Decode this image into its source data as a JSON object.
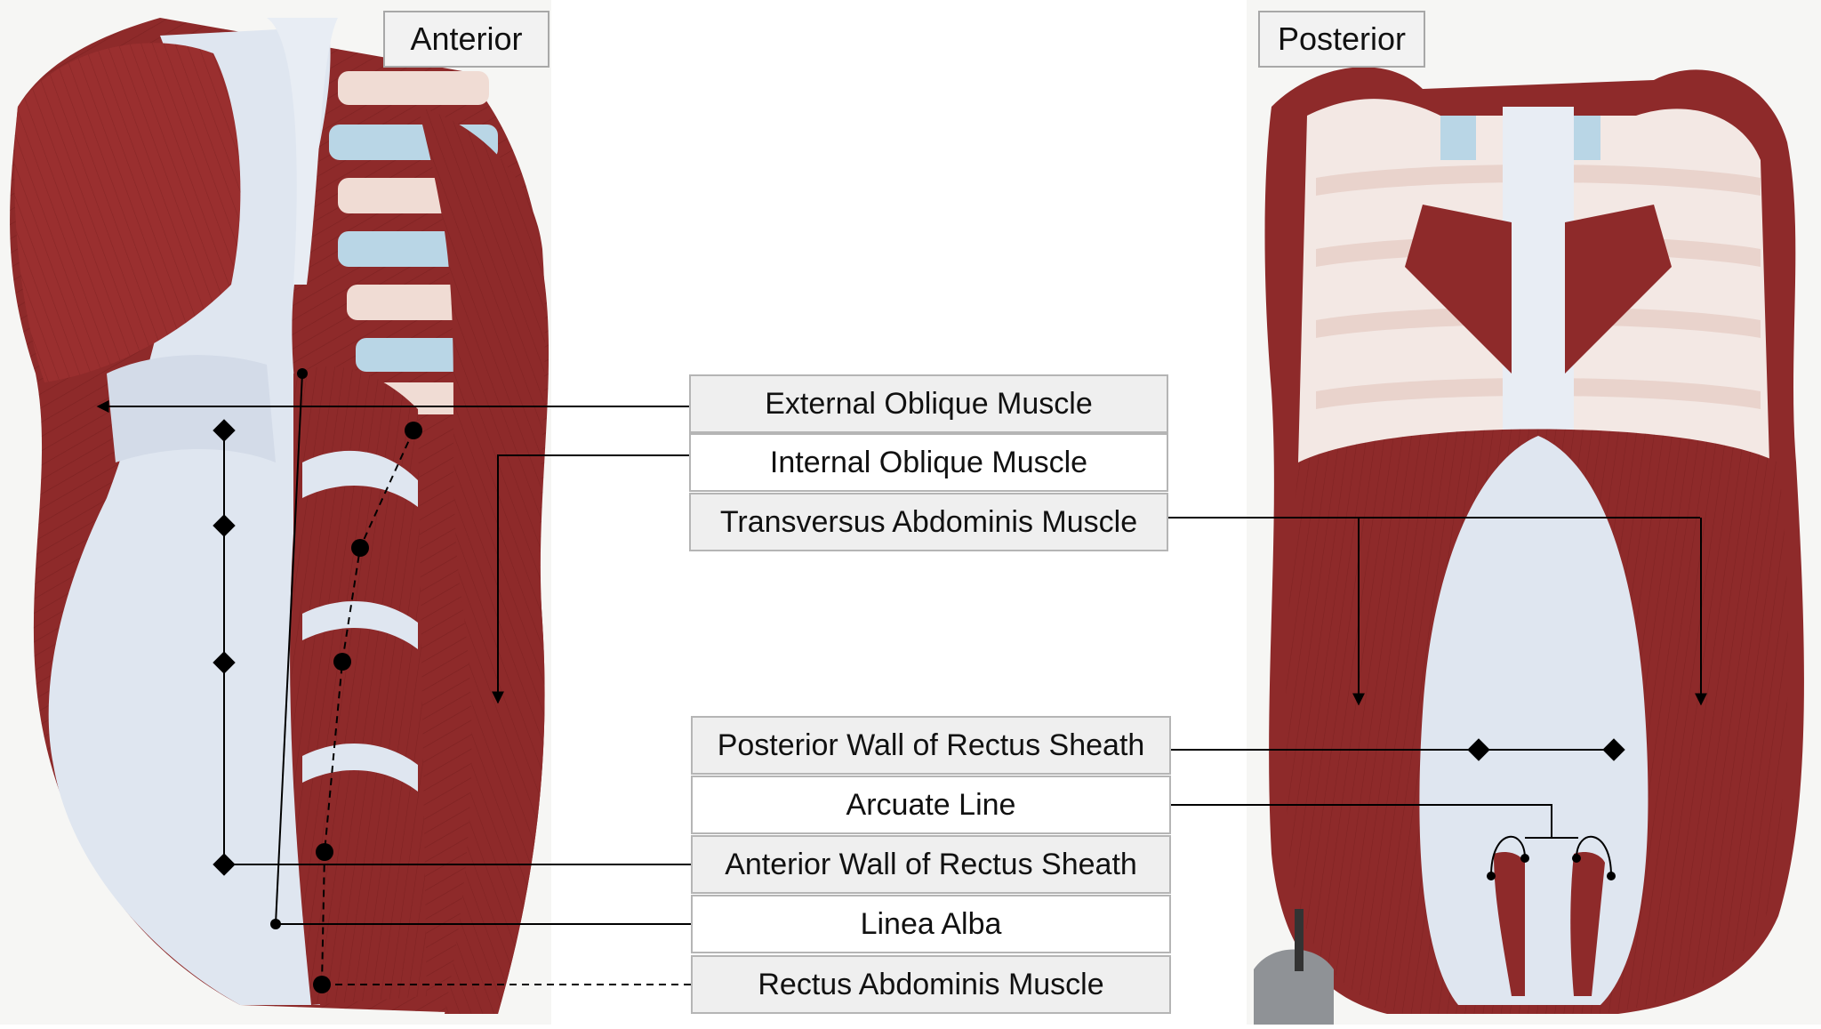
{
  "views": {
    "anterior": "Anterior",
    "posterior": "Posterior"
  },
  "labels": {
    "external_oblique": "External Oblique Muscle",
    "internal_oblique": "Internal Oblique Muscle",
    "transversus_abdominis": "Transversus Abdominis Muscle",
    "posterior_wall": "Posterior Wall of Rectus Sheath",
    "arcuate_line": "Arcuate Line",
    "anterior_wall": "Anterior Wall of Rectus Sheath",
    "linea_alba": "Linea Alba",
    "rectus_abdominis": "Rectus Abdominis Muscle"
  },
  "colors": {
    "muscle": "#8e2a2a",
    "muscle_dark": "#6e1c1c",
    "fascia": "#dfe6f0",
    "cartilage": "#b9d6e6",
    "rib": "#f0dcd4",
    "line": "#000000"
  }
}
